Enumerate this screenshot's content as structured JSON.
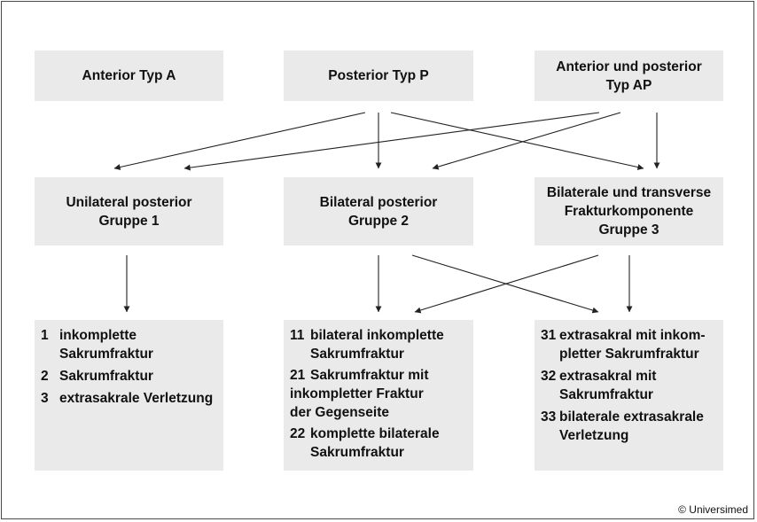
{
  "top": {
    "a": {
      "lines": [
        "Anterior Typ A"
      ]
    },
    "p": {
      "lines": [
        "Posterior Typ P"
      ]
    },
    "ap": {
      "lines": [
        "Anterior und posterior",
        "Typ AP"
      ]
    }
  },
  "groups": {
    "g1": {
      "lines": [
        "Unilateral posterior",
        "Gruppe 1"
      ]
    },
    "g2": {
      "lines": [
        "Bilateral posterior",
        "Gruppe 2"
      ]
    },
    "g3": {
      "lines": [
        "Bilaterale und transverse",
        "Frakturkomponente",
        "Gruppe 3"
      ]
    }
  },
  "lists": {
    "l1": [
      {
        "num": "1",
        "lines": [
          "inkomplette",
          "Sakrumfraktur"
        ]
      },
      {
        "num": "2",
        "lines": [
          "Sakrumfraktur"
        ]
      },
      {
        "num": "3",
        "lines": [
          "extrasakrale Verletzung"
        ]
      }
    ],
    "l2": [
      {
        "num": "11",
        "lines": [
          "bilateral inkomplette",
          "Sakrumfraktur"
        ]
      },
      {
        "num": "21",
        "lines": [
          "Sakrumfraktur mit",
          "inkompletter Fraktur",
          "der Gegenseite"
        ]
      },
      {
        "num": "22",
        "lines": [
          "komplette bilaterale",
          "Sakrumfraktur"
        ]
      }
    ],
    "l3": [
      {
        "num": "31",
        "lines": [
          "extrasakral mit inkom-",
          "pletter Sakrumfraktur"
        ]
      },
      {
        "num": "32",
        "lines": [
          "extrasakral mit",
          "Sakrumfraktur"
        ]
      },
      {
        "num": "33",
        "lines": [
          "bilaterale extrasakrale",
          "Verletzung"
        ]
      }
    ]
  },
  "credit": "© Universimed",
  "colors": {
    "box": "#eaeaea",
    "line": "#222222",
    "frame": "#4a4a4a"
  }
}
